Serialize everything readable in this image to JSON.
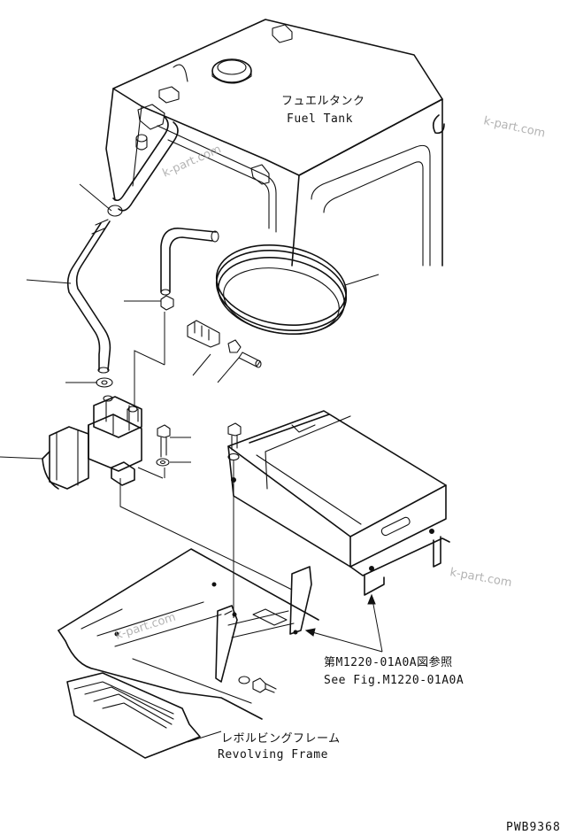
{
  "labels": {
    "fuel_tank_jp": "フュエルタンク",
    "fuel_tank_en": "Fuel Tank",
    "see_fig_jp": "第M1220-01A0A図参照",
    "see_fig_en": "See Fig.M1220-01A0A",
    "revolving_frame_jp": "レボルビングフレーム",
    "revolving_frame_en": "Revolving Frame"
  },
  "watermark": "k-part.com",
  "drawing_code": "PWB9368"
}
